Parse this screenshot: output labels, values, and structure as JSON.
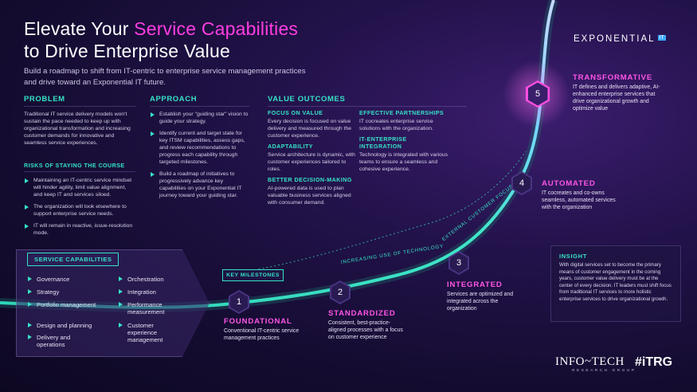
{
  "header": {
    "title_line1_prefix": "Elevate Your ",
    "title_line1_accent": "Service Capabilities",
    "title_line2": "to Drive Enterprise Value",
    "subtitle": "Build a roadmap to shift from IT-centric to enterprise service management practices and drive toward an Exponential IT future."
  },
  "logo": {
    "text": "EXPONENTIAL",
    "badge": "IT"
  },
  "problem": {
    "heading": "PROBLEM",
    "body": "Traditional IT service delivery models won't sustain the pace needed to keep up with organizational transformation and increasing customer demands for innovative and seamless service experiences.",
    "risks_heading": "RISKS OF STAYING THE COURSE",
    "risks": [
      "Maintaining an IT-centric service mindset will hinder agility, limit value alignment, and keep IT and services siloed.",
      "The organization will look elsewhere to support enterprise service needs.",
      "IT will remain in reactive, issue-resolution mode."
    ]
  },
  "approach": {
    "heading": "APPROACH",
    "items": [
      "Establish your \"guiding star\" vision to guide your strategy.",
      "Identify current and target state for key ITSM capabilities, assess gaps, and review recommendations to progress each capability through targeted milestones.",
      "Build a roadmap of initiatives to progressively advance key capabilities on your Exponential IT journey toward your guiding star."
    ]
  },
  "value_outcomes": {
    "heading": "VALUE OUTCOMES",
    "blocks": [
      {
        "title": "FOCUS ON VALUE",
        "text": "Every decision is focused on value delivery and measured through the customer experience."
      },
      {
        "title": "ADAPTABILITY",
        "text": "Service architecture is dynamic, with customer experiences tailored to roles."
      },
      {
        "title": "BETTER DECISION-MAKING",
        "text": "AI-powered data is used to plan valuable business services aligned with consumer demand."
      },
      {
        "title": "EFFECTIVE PARTNERSHIPS",
        "text": "IT cocreates enterprise service solutions with the organization."
      },
      {
        "title": "IT-ENTERPRISE INTEGRATION",
        "text": "Technology is integrated with various teams to ensure a seamless and cohesive experience."
      }
    ]
  },
  "service_capabilities": {
    "heading": "SERVICE CAPABILITIES",
    "left": [
      "Governance",
      "Strategy",
      "Portfolio management",
      "Design and planning",
      "Delivery and operations"
    ],
    "right": [
      "Orchestration",
      "Integration",
      "Performance measurement",
      "Customer experience management"
    ]
  },
  "milestones": {
    "label": "KEY MILESTONES",
    "curve_label_1": "INCREASING USE OF TECHNOLOGY",
    "curve_label_2": "EXTERNAL CUSTOMER FOCUS",
    "stages": [
      {
        "number": "1",
        "title": "FOUNDATIONAL",
        "desc": "Conventional IT-centric service management practices"
      },
      {
        "number": "2",
        "title": "STANDARDIZED",
        "desc": "Consistent, best-practice-aligned processes with a focus on customer experience"
      },
      {
        "number": "3",
        "title": "INTEGRATED",
        "desc": "Services are optimized and integrated across the organization"
      },
      {
        "number": "4",
        "title": "AUTOMATED",
        "desc": "IT cocreates and co-owns seamless, automated services with the organization"
      },
      {
        "number": "5",
        "title": "TRANSFORMATIVE",
        "desc": "IT defines and delivers adaptive, AI-enhanced enterprise services that drive organizational growth and optimize value"
      }
    ]
  },
  "insight": {
    "heading": "INSIGHT",
    "text": "With digital services set to become the primary means of customer engagement in the coming years, customer value delivery must be at the center of every decision. IT leaders must shift focus from traditional IT services to more holistic enterprise services to drive organizational growth."
  },
  "footer": {
    "brand1": "INFO~TECH",
    "brand1_sub": "RESEARCH GROUP",
    "brand2": "#iTRG"
  },
  "colors": {
    "accent_pink": "#ff3de0",
    "accent_teal": "#36e2c6",
    "background": "#1a0f3c"
  }
}
